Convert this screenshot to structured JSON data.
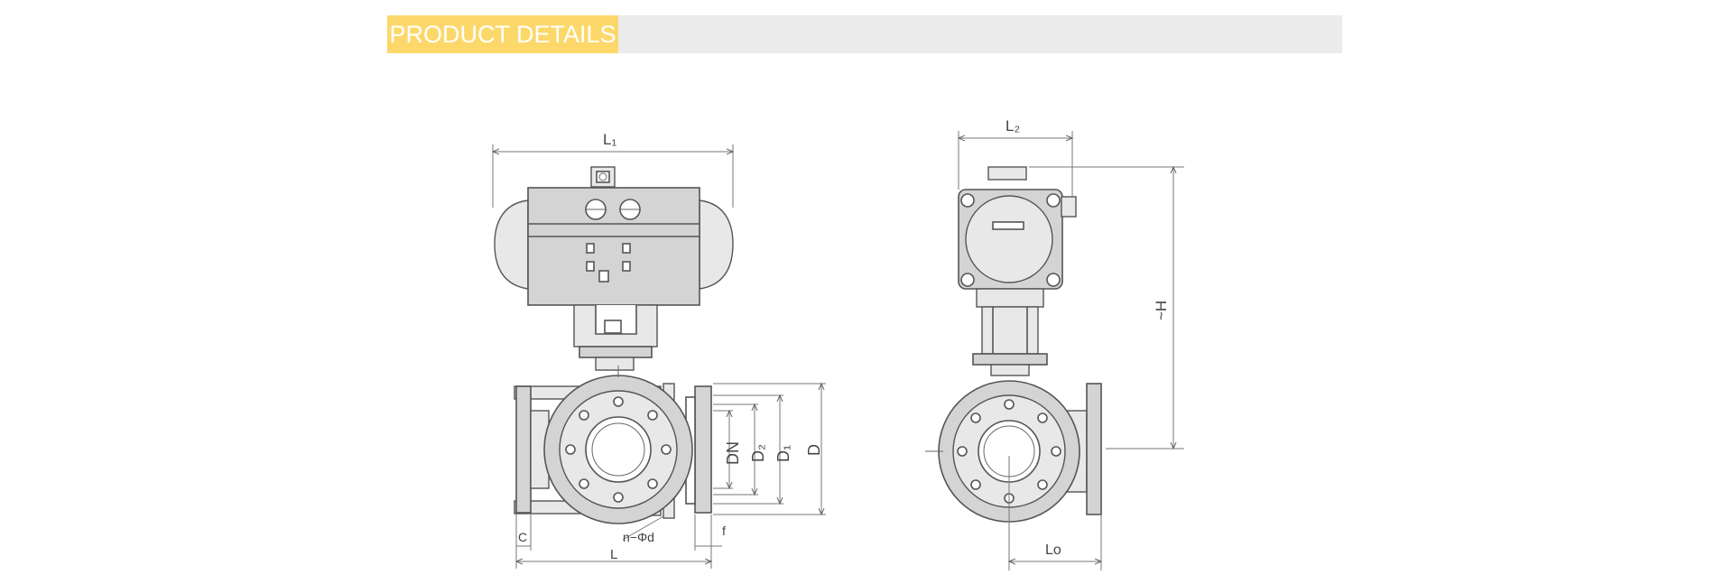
{
  "header": {
    "title": "PRODUCT DETAILS"
  },
  "drawing": {
    "front_view": {
      "L1": "L₁",
      "L": "L",
      "C": "C",
      "f": "f",
      "n_phi_d": "n−Φd",
      "DN": "DN",
      "D2": "D₂",
      "D1": "D₁",
      "D": "D"
    },
    "side_view": {
      "L2": "L₂",
      "H": "~H",
      "Lo": "Lo"
    }
  },
  "colors": {
    "tab": "#fcd86b",
    "bar": "#ebebeb",
    "tab_text": "#ffffff",
    "line": "#555555"
  }
}
